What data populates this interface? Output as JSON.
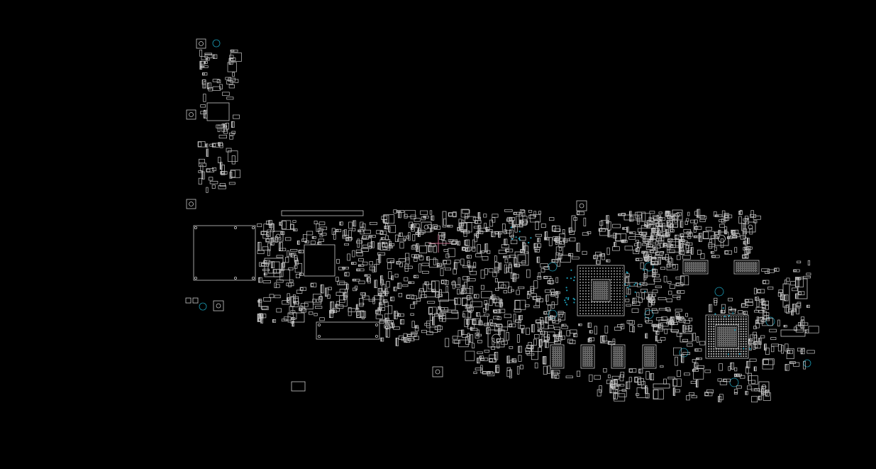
{
  "colors": {
    "background": "#000000",
    "outline": "#c8c8c8",
    "hole": "#1b9bb5",
    "highlight": "#c86a8a"
  },
  "icons": {
    "mount_hole": "circle-outline",
    "fiducial": "square-with-circle",
    "bga_chip": "grid-of-pads"
  }
}
